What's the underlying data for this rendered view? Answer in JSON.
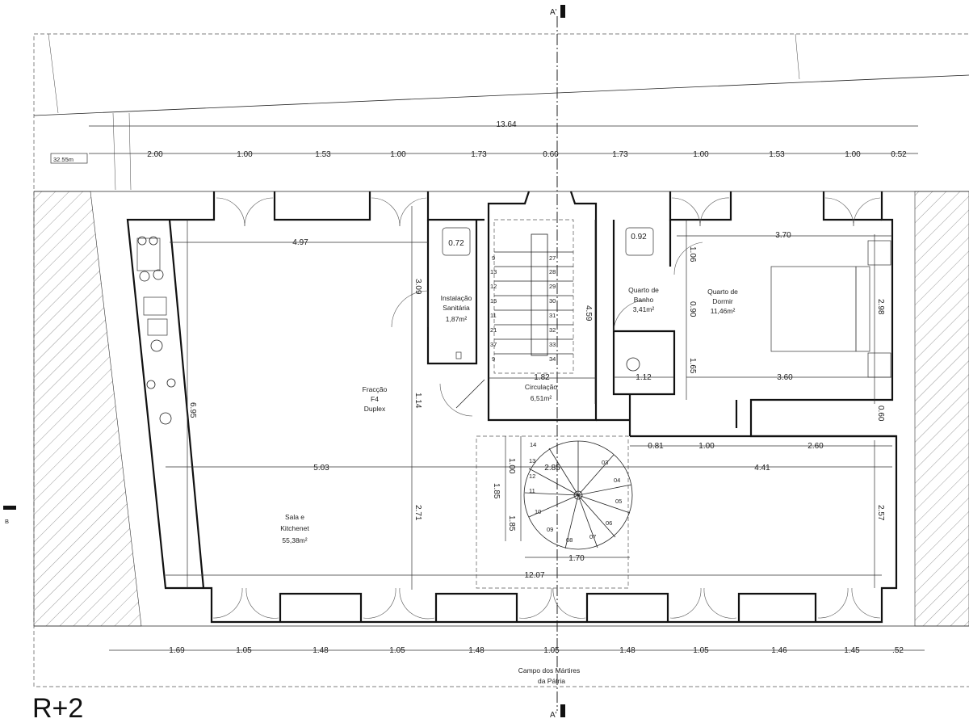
{
  "drawing": {
    "title": "R+2",
    "section_top": "A'",
    "section_bottom": "A'",
    "section_left": "B",
    "street": [
      "Campo dos Mártires",
      "da Pátria"
    ]
  },
  "dimensions": {
    "overall_top": "13.64",
    "top_row": [
      "2.00",
      "1.00",
      "1.53",
      "1.00",
      "1.73",
      "0.60",
      "1.73",
      "1.00",
      "1.53",
      "1.00",
      "0.52"
    ],
    "top_level": "32.55m",
    "bottom_row": [
      "1.69",
      "1.05",
      "1.48",
      "1.05",
      "1.48",
      "1.05",
      "1.48",
      "1.05",
      "1.46",
      "1.45",
      ".52"
    ],
    "interior": {
      "living_width": "4.97",
      "bedroom_width": "3.70",
      "wc_small": "0.72",
      "wc_bath": "0.92",
      "living_left": "5.03",
      "living_right": "4.41",
      "total_inner": "12.07",
      "stair_width": "1.70",
      "stair_half": "2.85",
      "circ_width": "1.82",
      "stair_height": "4.59",
      "bath_lower": "1.12",
      "bed_lower": "3.60",
      "right_small": [
        "0.81",
        "1.00",
        "2.60"
      ],
      "vertical_left": "6.95",
      "vertical_mid": "3.09",
      "vertical_mid2": "1.14",
      "vertical_mid3": "2.71",
      "vertical_right": "2.57",
      "bed_v1": "1.06",
      "bed_v2": "0.90",
      "bed_v3": "1.65",
      "bed_v4": "2.98",
      "bed_v5": "0.60",
      "stair_v1": "1.00",
      "stair_v2": "1.85",
      "stair_v3": "1.85"
    }
  },
  "rooms": {
    "wc": [
      "Instalação",
      "Sanitária",
      "1,87m²"
    ],
    "bath": [
      "Quarto de",
      "Banho",
      "3,41m²"
    ],
    "bed": [
      "Quarto de",
      "Dormir",
      "11,46m²"
    ],
    "fraction": [
      "Fracção",
      "F4",
      "Duplex"
    ],
    "circulation": [
      "Circulação",
      "6,51m²"
    ],
    "living": [
      "Sala e",
      "Kitchenet",
      "55,38m²"
    ]
  },
  "stairs": {
    "straight_left": [
      "9",
      "13",
      "12",
      "15",
      "11",
      "21",
      "37",
      "9"
    ],
    "straight_right": [
      "27",
      "28",
      "29",
      "30",
      "31",
      "32",
      "33",
      "34"
    ],
    "spiral_left": [
      "14",
      "13",
      "12",
      "11",
      "10",
      "09",
      "08"
    ],
    "spiral_right": [
      "03",
      "04",
      "05",
      "06",
      "07"
    ]
  }
}
